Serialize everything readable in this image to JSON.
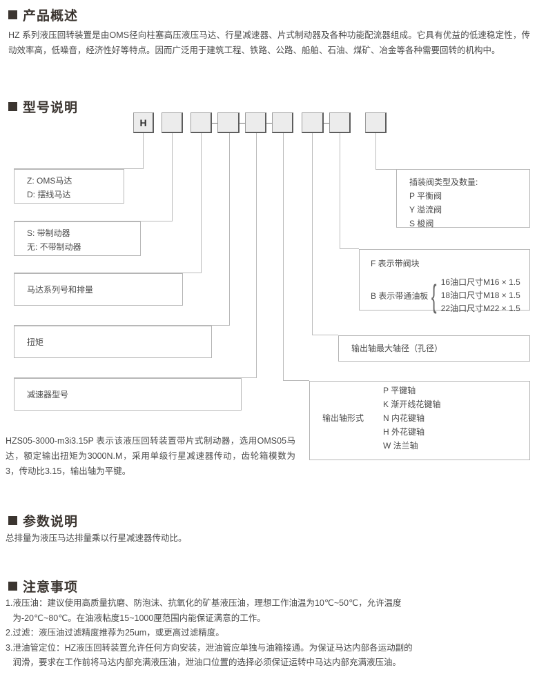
{
  "sections": {
    "overview": {
      "heading": "产品概述",
      "body": "HZ 系列液压回转装置是由OMS径向柱塞高压液压马达、行星减速器、片式制动器及各种功能配流器组成。它具有优益的低速稳定性，传动效率高，低噪音，经济性好等特点。因而广泛用于建筑工程、铁路、公路、船舶、石油、煤矿、冶金等各种需要回转的机构中。"
    },
    "model": {
      "heading": "型号说明",
      "code_boxes": [
        {
          "label": "H"
        },
        {
          "label": ""
        },
        {
          "label": ""
        },
        {
          "label": ""
        },
        {
          "label": ""
        },
        {
          "label": ""
        },
        {
          "label": ""
        },
        {
          "label": ""
        },
        {
          "label": ""
        },
        {
          "label": ""
        }
      ],
      "callouts": {
        "motor_type": [
          "Z: OMS马达",
          "D: 摆线马达"
        ],
        "brake": [
          "S: 带制动器",
          "无: 不带制动器"
        ],
        "motor_series": "马达系列号和排量",
        "torque": "扭矩",
        "reducer_model": "减速器型号",
        "cartridge_valve": {
          "title": "插装阀类型及数量:",
          "items": [
            "P 平衡阀",
            "Y 溢流阀",
            "S 梭阀"
          ]
        },
        "valve_block": {
          "line1": "F 表示带阀块",
          "line2_label": "B 表示带通油板",
          "line2_items": [
            "16油口尺寸M16 × 1.5",
            "18油口尺寸M18 × 1.5",
            "22油口尺寸M22 × 1.5"
          ]
        },
        "shaft_diameter": "输出轴最大轴径（孔径）",
        "shaft_form": {
          "label": "输出轴形式",
          "items": [
            "P 平键轴",
            "K 渐开线花键轴",
            "N 内花键轴",
            "H 外花键轴",
            "W 法兰轴"
          ]
        }
      },
      "example": "HZS05-3000-m3i3.15P 表示该液压回转装置带片式制动器，选用OMS05马达，额定输出扭矩为3000N.M，采用单级行星减速器传动，齿轮箱模数为3，传动比3.15，输出轴为平键。"
    },
    "parameters": {
      "heading": "参数说明",
      "body": "总排量为液压马达排量乘以行星减速器传动比。"
    },
    "notes": {
      "heading": "注意事项",
      "items": [
        {
          "num": "1.",
          "text": "液压油：建议使用高质量抗磨、防泡沫、抗氧化的矿基液压油，理想工作油温为10℃~50℃，允许温度为-20℃~80℃。在油液粘度15~1000厘范围内能保证满意的工作。"
        },
        {
          "num": "2.",
          "text": "过滤：液压油过滤精度推荐为25um，或更高过滤精度。"
        },
        {
          "num": "3.",
          "text": "泄油管定位：HZ液压回转装置允许任何方向安装，泄油管应单独与油箱接通。为保证马达内部各运动副的润滑，要求在工作前将马达内部充满液压油，泄油口位置的选择必须保证运转中马达内部充满液压油。"
        }
      ]
    }
  },
  "colors": {
    "heading": "#3b3530",
    "body": "#4a4a4a",
    "box_fill": "#ececec",
    "box_border": "#5d5d5d",
    "line": "#b9b9b9"
  }
}
